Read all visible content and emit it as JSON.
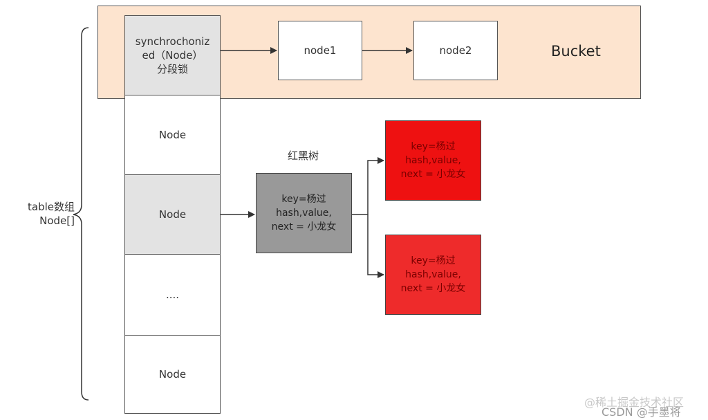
{
  "bucket": {
    "label": "Bucket",
    "chain": [
      "node1",
      "node2"
    ]
  },
  "table": {
    "label": "table数组\nNode[]",
    "cells": [
      {
        "text": "synchrochoniz\ned（Node）\n分段锁"
      },
      {
        "text": "Node"
      },
      {
        "text": "Node"
      },
      {
        "text": "...."
      },
      {
        "text": "Node"
      }
    ]
  },
  "tree": {
    "title": "红黑树",
    "root": {
      "text": "key=杨过\nhash,value,\nnext = 小龙女",
      "color": "#999999"
    },
    "children": [
      {
        "text": "key=杨过\nhash,value,\nnext = 小龙女",
        "color": "#ee1111"
      },
      {
        "text": "key=杨过\nhash,value,\nnext = 小龙女",
        "color": "#ee2b2b"
      }
    ]
  },
  "watermark": {
    "line1": "@稀土掘金技术社区",
    "line2": "CSDN @手墨将"
  }
}
